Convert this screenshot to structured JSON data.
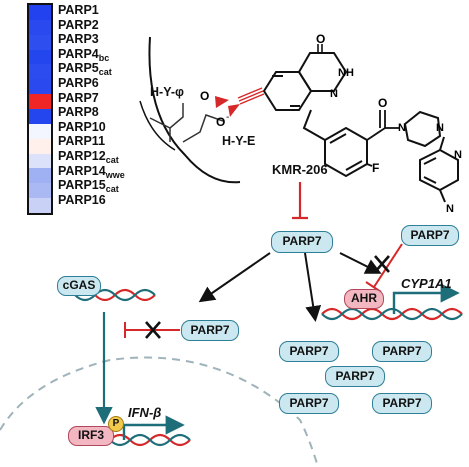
{
  "heatmap": {
    "rows": [
      {
        "label": "PARP1",
        "sub": "",
        "color": "#2142ee"
      },
      {
        "label": "PARP2",
        "sub": "",
        "color": "#2a49ef"
      },
      {
        "label": "PARP3",
        "sub": "",
        "color": "#2f4ef0"
      },
      {
        "label": "PARP4",
        "sub": "bc",
        "color": "#2446ee"
      },
      {
        "label": "PARP5",
        "sub": "cat",
        "color": "#2d4cef"
      },
      {
        "label": "PARP6",
        "sub": "",
        "color": "#2a49ee"
      },
      {
        "label": "PARP7",
        "sub": "",
        "color": "#f02525"
      },
      {
        "label": "PARP8",
        "sub": "",
        "color": "#2446ee"
      },
      {
        "label": "PARP10",
        "sub": "",
        "color": "#f4f6ff"
      },
      {
        "label": "PARP11",
        "sub": "",
        "color": "#fff0ec"
      },
      {
        "label": "PARP12",
        "sub": "cat",
        "color": "#dde2fb"
      },
      {
        "label": "PARP14",
        "sub": "wwe",
        "color": "#9fb0f3"
      },
      {
        "label": "PARP15",
        "sub": "cat",
        "color": "#aab8f4"
      },
      {
        "label": "PARP16",
        "sub": "",
        "color": "#c9d1f7"
      }
    ]
  },
  "compound": {
    "name": "KMR-206",
    "label_hyphi": "H-Y-φ",
    "label_hye": "H-Y-E",
    "cn": "N",
    "f": "F"
  },
  "proteins": {
    "main": "PARP7",
    "cgas": "cGAS",
    "ahr": "AHR",
    "irf3": "IRF3",
    "phospho": "P",
    "inhibitor_parp7_left": "PARP7",
    "inhibitor_parp7_top": "PARP7",
    "cluster": [
      "PARP7",
      "PARP7",
      "PARP7",
      "PARP7",
      "PARP7"
    ]
  },
  "genes": {
    "cyp1a1": "CYP1A1",
    "ifnb": "IFN-β"
  },
  "colors": {
    "pill_fill": "#cbe7ef",
    "pill_border": "#2f7f98",
    "red": "#d62828",
    "teal": "#1e6e7a",
    "ahr_fill": "#f2b7c1",
    "phospho": "#f2c94c"
  }
}
